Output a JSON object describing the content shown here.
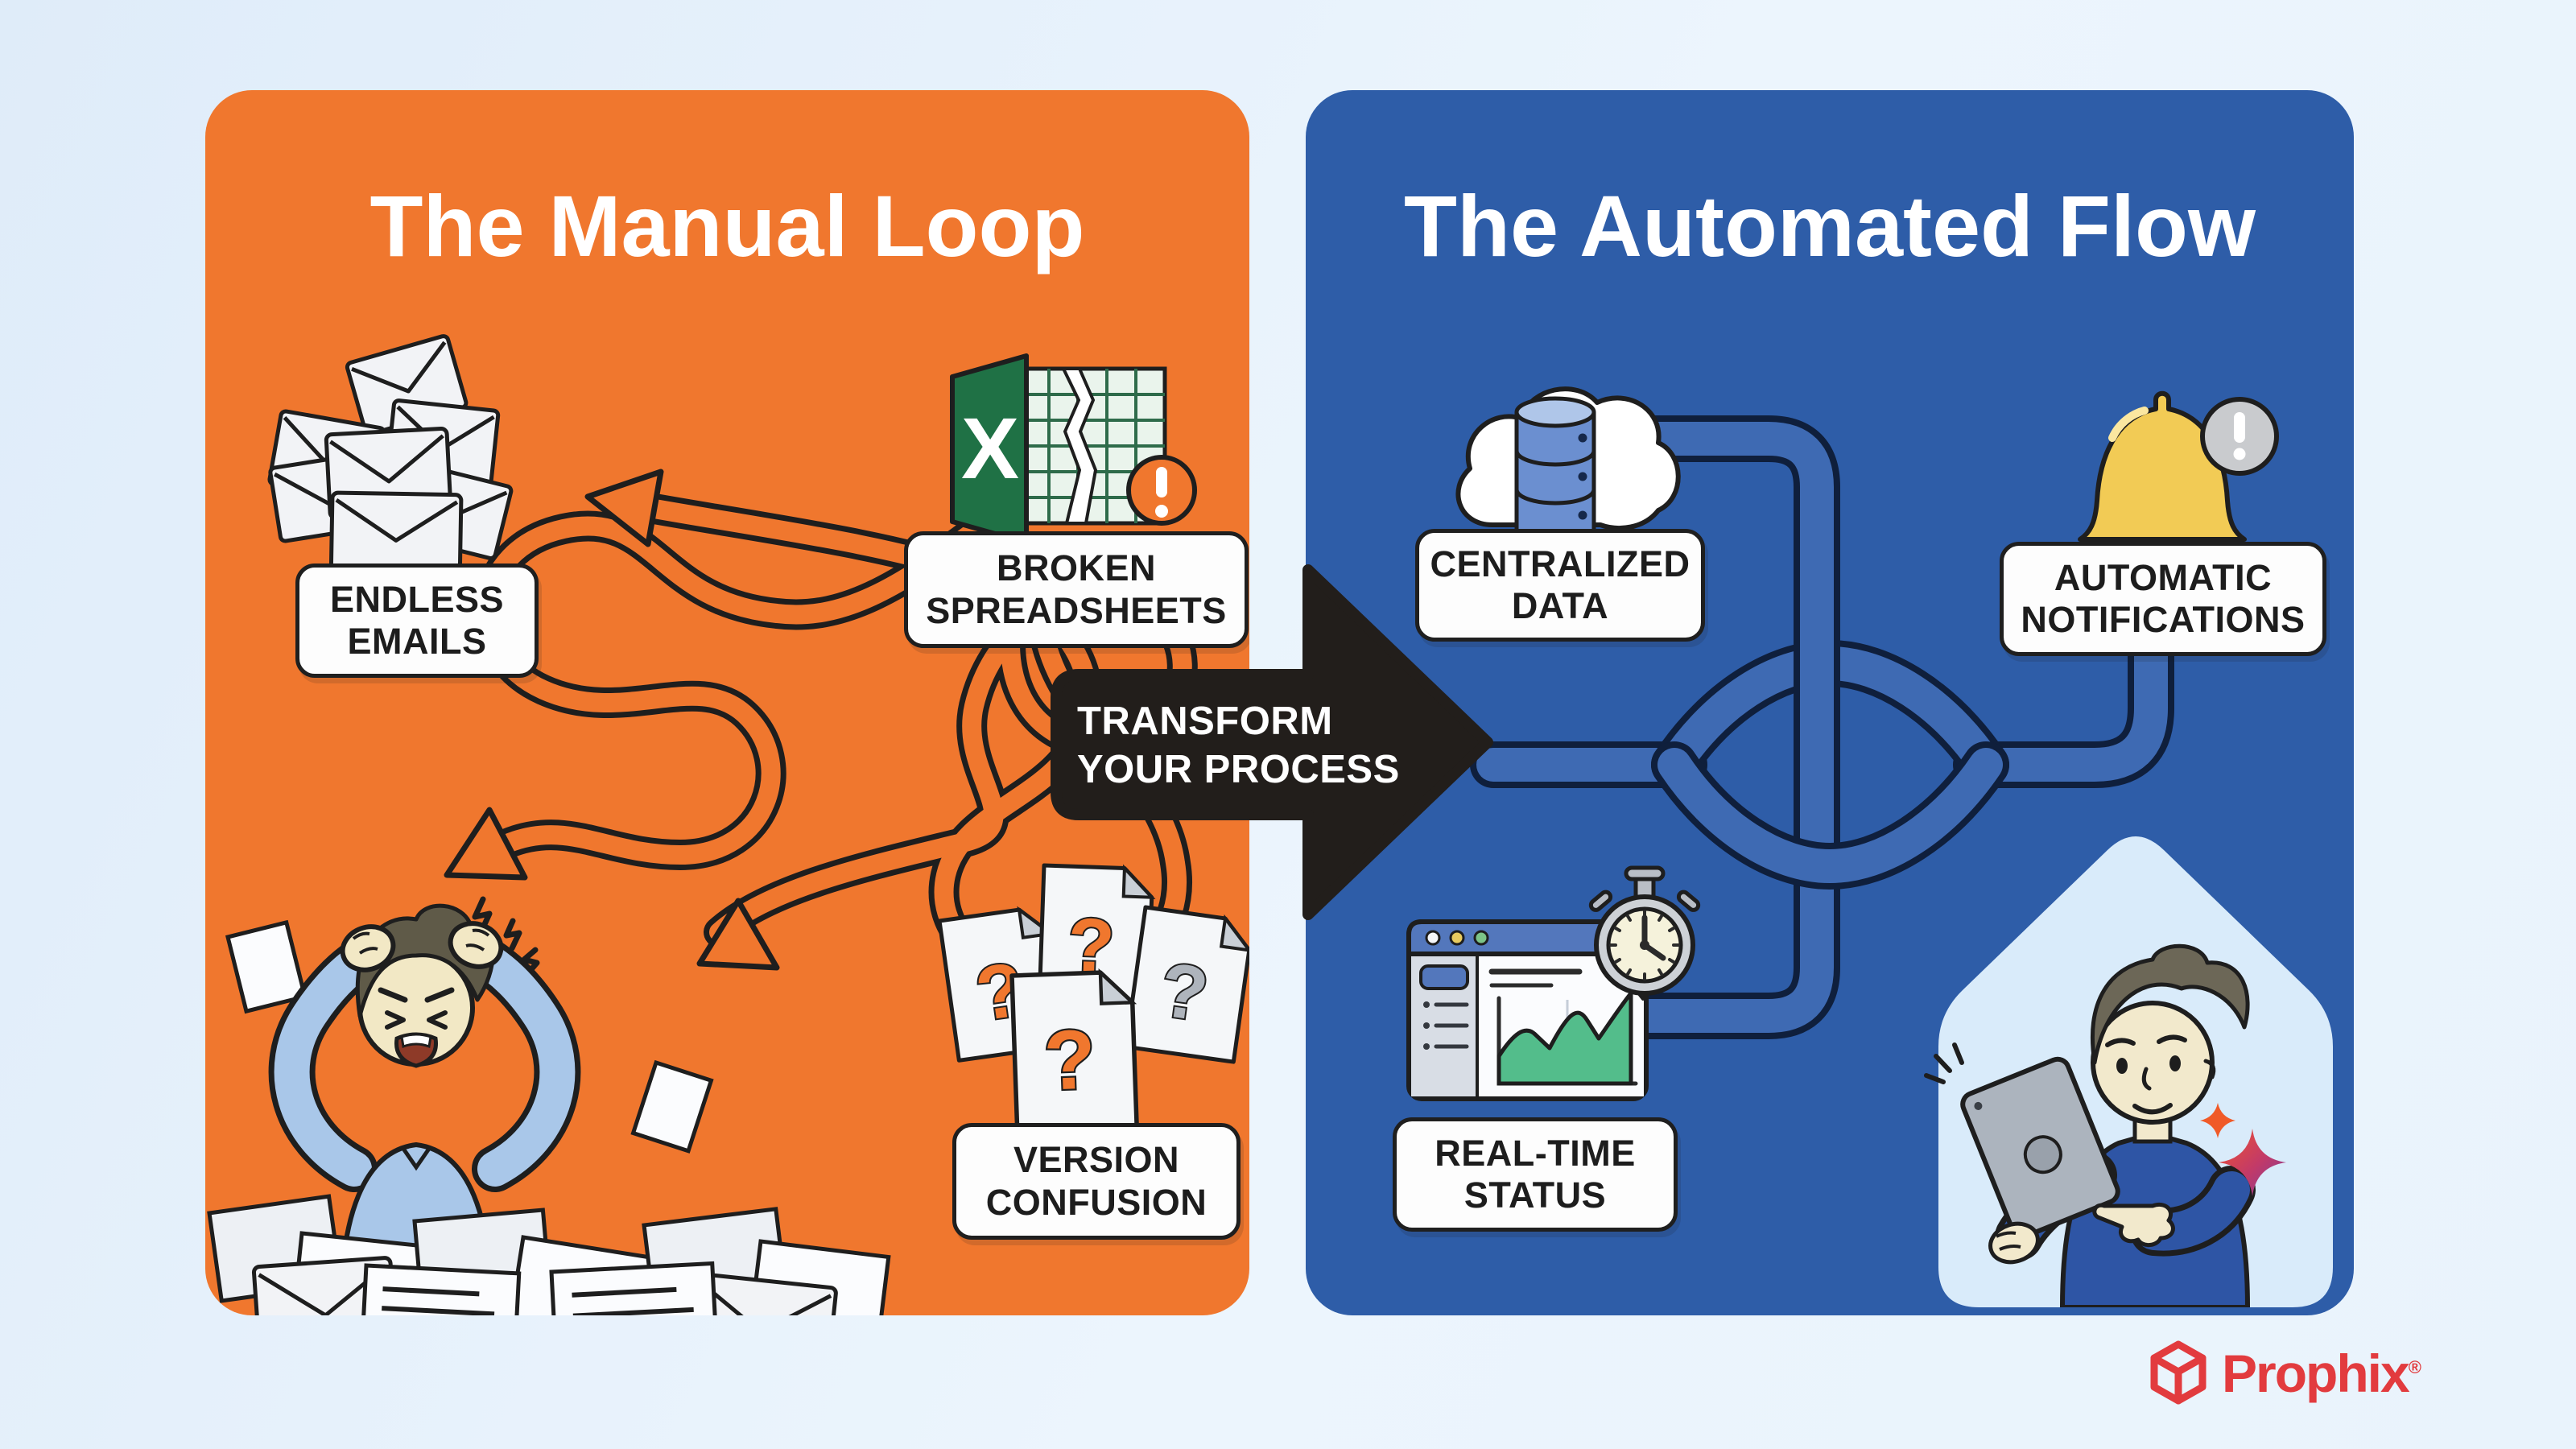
{
  "page": {
    "background_from": "#dfecf9",
    "background_to": "#e9f3fc"
  },
  "colors": {
    "manual_panel": "#F0772E",
    "automated_panel": "#2E5DA8",
    "pipe": "#3E6AB3",
    "arrow": "#221E1B",
    "label_text": "#1d1d1d",
    "bell_yellow": "#F2CB55",
    "chart_green": "#53BD8B",
    "excel_green": "#1F7145",
    "hexagon_light_blue": "#D9EBFA",
    "brand_red": "#E23B3E"
  },
  "manual_panel": {
    "title": "The Manual Loop",
    "labels": {
      "endless_emails": {
        "lines": [
          "ENDLESS",
          "EMAILS"
        ]
      },
      "broken_spreadsheets": {
        "lines": [
          "BROKEN",
          "SPREADSHEETS"
        ]
      },
      "version_confusion": {
        "lines": [
          "VERSION",
          "CONFUSION"
        ]
      }
    },
    "icons": [
      "email-pile-icon",
      "broken-spreadsheet-icon",
      "tangled-arrows-illustration",
      "question-documents-icon",
      "frustrated-person-illustration"
    ]
  },
  "automated_panel": {
    "title": "The Automated Flow",
    "labels": {
      "centralized_data": {
        "lines": [
          "CENTRALIZED",
          "DATA"
        ]
      },
      "automatic_notifications": {
        "lines": [
          "AUTOMATIC",
          "NOTIFICATIONS"
        ]
      },
      "real_time_status": {
        "lines": [
          "REAL-TIME",
          "STATUS"
        ]
      }
    },
    "icons": [
      "cloud-database-icon",
      "notification-bell-icon",
      "status-dashboard-icon",
      "stopwatch-icon",
      "person-with-tablet-illustration",
      "sparkle-icon"
    ]
  },
  "transform_arrow": {
    "lines": [
      "TRANSFORM",
      "YOUR PROCESS"
    ]
  },
  "brand": {
    "name": "Prophix",
    "registered_mark": "®"
  }
}
